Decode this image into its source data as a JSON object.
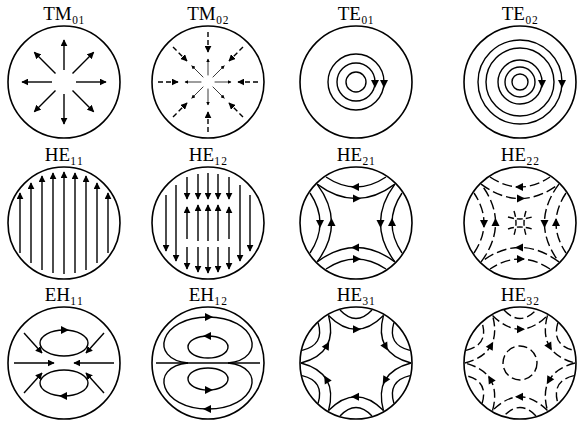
{
  "diagram": {
    "labels": [
      "TM₀₁",
      "TM₀₂",
      "TE₀₁",
      "TE₀₂",
      "HE₁₁",
      "HE₁₂",
      "HE₂₁",
      "HE₂₂",
      "EH₁₁",
      "EH₁₂",
      "HE₃₁",
      "HE₃₂"
    ]
  }
}
